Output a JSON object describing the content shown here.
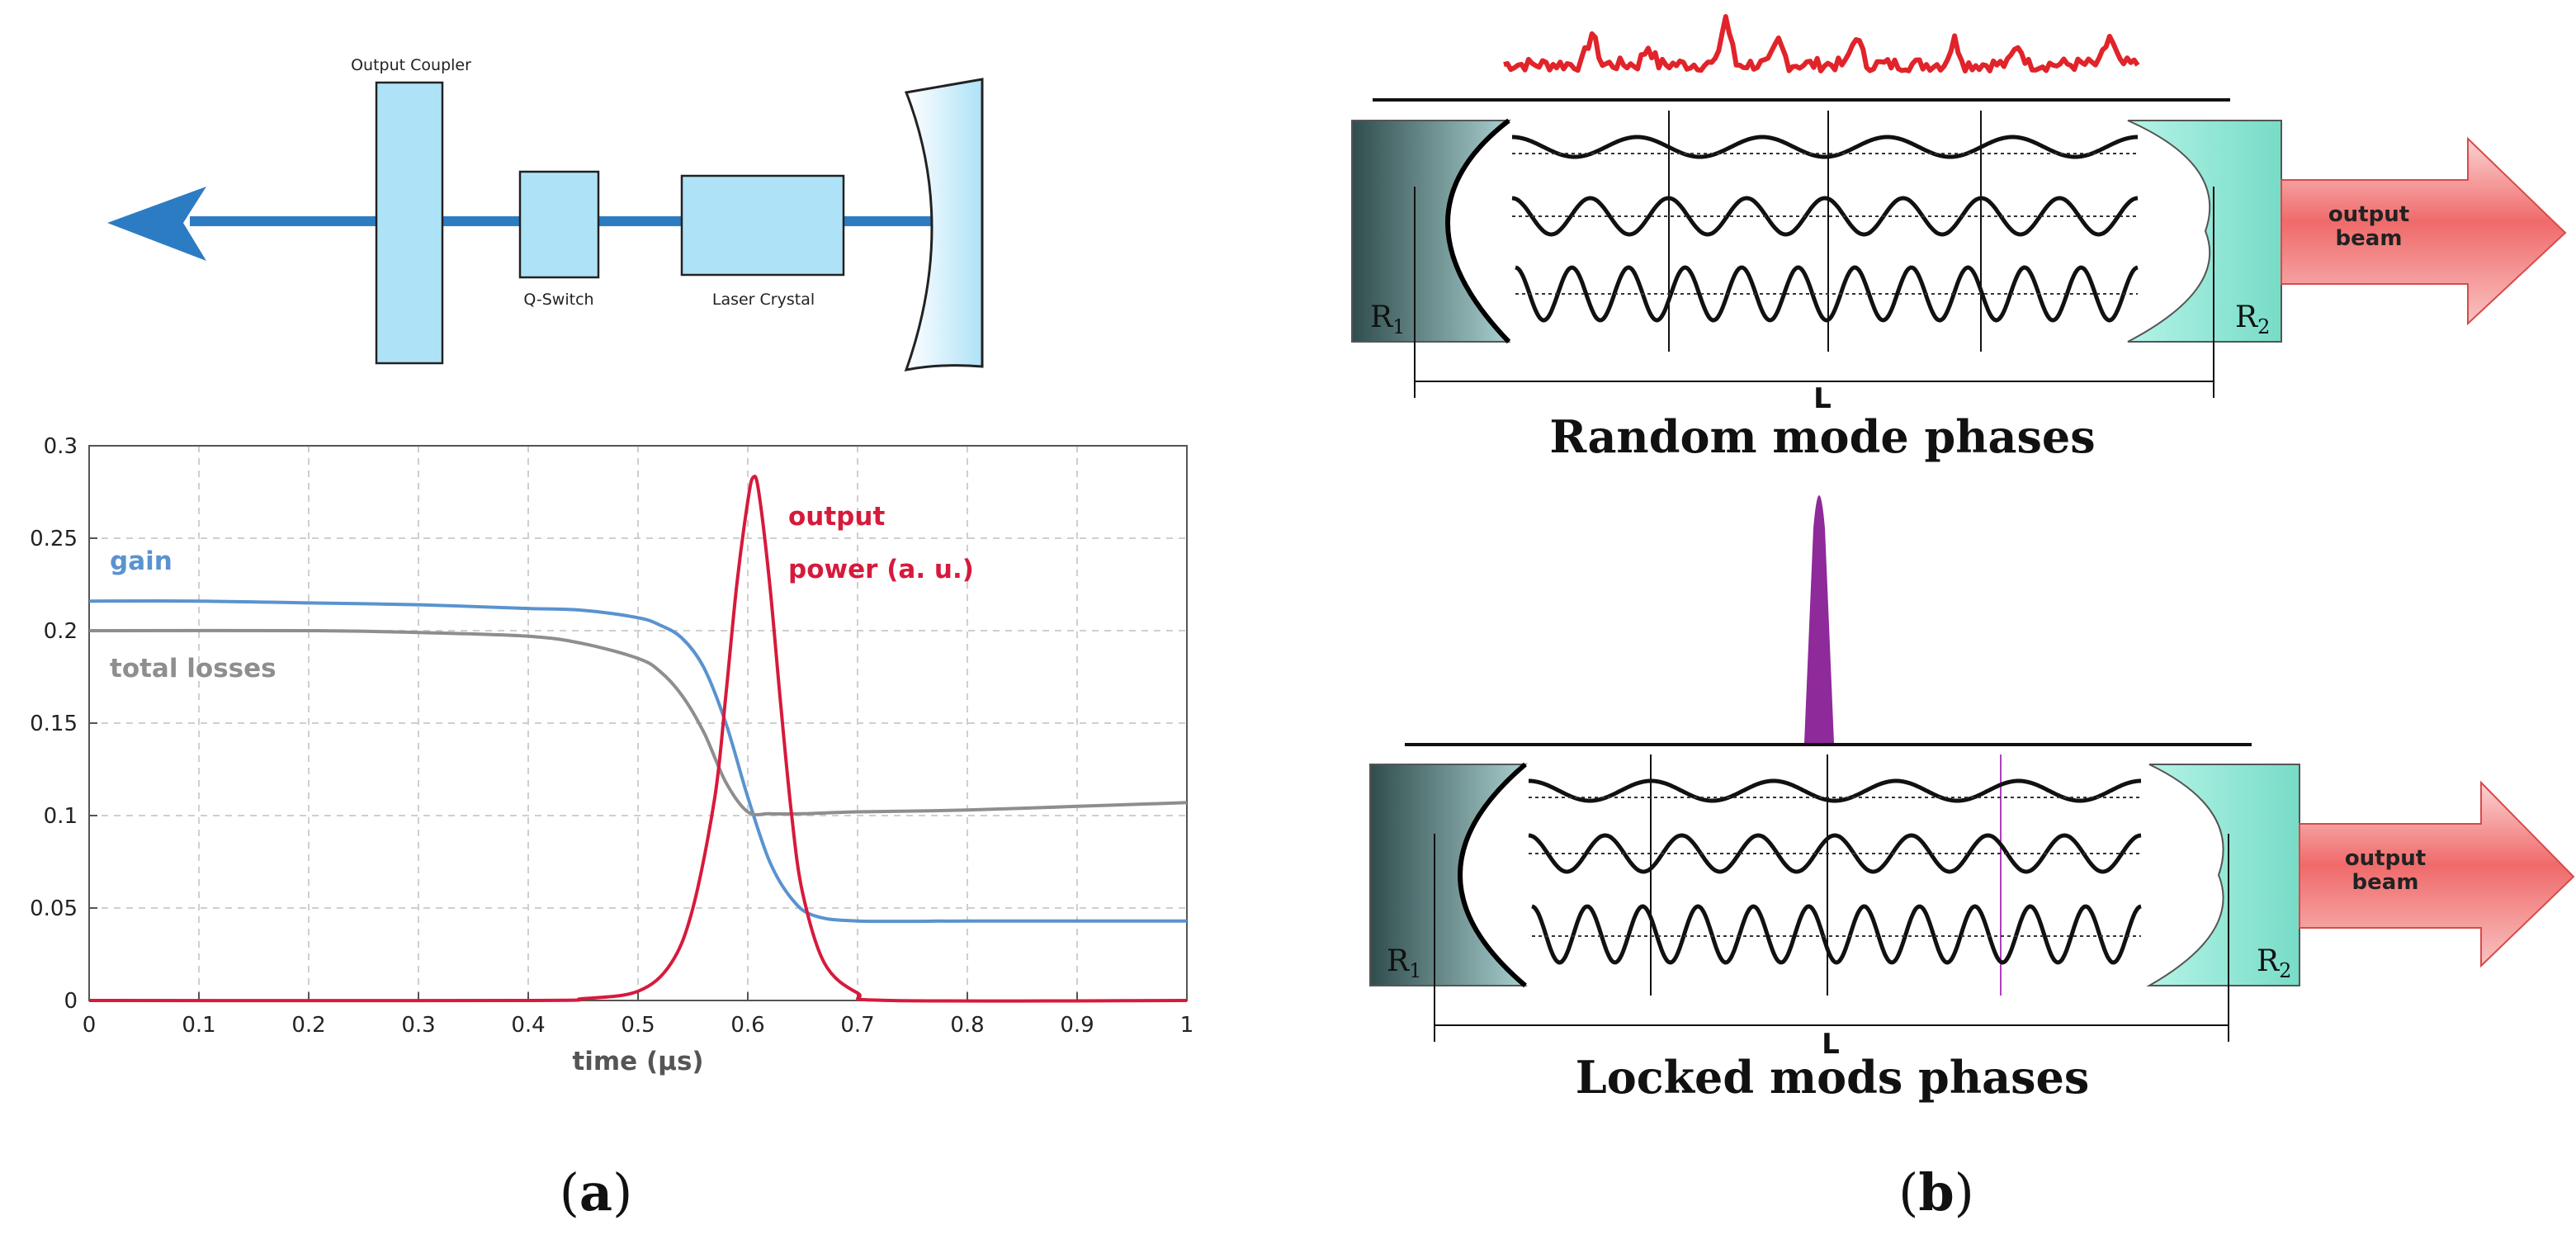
{
  "colors": {
    "component": "#aee2f7",
    "beam": "#2c7cc4",
    "gain": "#5a93cf",
    "losses": "#8e8e8e",
    "power": "#d61a3c",
    "grid": "#cfcfcf",
    "pulse": "#8e2a9a",
    "noise": "#e0242a",
    "arrow": "#e85a5a",
    "mirror_left": "#3f5f5e",
    "mirror_right": "#8fe8d6"
  },
  "laser_schematic": {
    "output_coupler": "Output Coupler",
    "q_switch": "Q-Switch",
    "laser_crystal": "Laser Crystal"
  },
  "chart_data": {
    "type": "line",
    "xlabel": "time (μs)",
    "ylabel": "",
    "xlim": [
      0,
      1
    ],
    "ylim": [
      0,
      0.3
    ],
    "grid": true,
    "x_ticks": [
      "0",
      "0.1",
      "0.2",
      "0.3",
      "0.4",
      "0.5",
      "0.6",
      "0.7",
      "0.8",
      "0.9",
      "1"
    ],
    "y_ticks": [
      "0",
      "0.05",
      "0.1",
      "0.15",
      "0.2",
      "0.25",
      "0.3"
    ],
    "series": [
      {
        "name": "gain",
        "color": "#5a93cf",
        "x": [
          0,
          0.1,
          0.2,
          0.3,
          0.4,
          0.45,
          0.5,
          0.52,
          0.54,
          0.56,
          0.58,
          0.6,
          0.62,
          0.64,
          0.66,
          0.7,
          0.8,
          0.9,
          1
        ],
        "y": [
          0.216,
          0.216,
          0.215,
          0.214,
          0.212,
          0.211,
          0.207,
          0.203,
          0.196,
          0.18,
          0.15,
          0.11,
          0.075,
          0.055,
          0.046,
          0.043,
          0.043,
          0.043,
          0.043
        ]
      },
      {
        "name": "total losses",
        "color": "#8e8e8e",
        "x": [
          0,
          0.2,
          0.3,
          0.4,
          0.45,
          0.5,
          0.52,
          0.54,
          0.56,
          0.58,
          0.6,
          0.62,
          0.65,
          0.7,
          0.8,
          0.9,
          1
        ],
        "y": [
          0.2,
          0.2,
          0.199,
          0.197,
          0.193,
          0.185,
          0.178,
          0.165,
          0.145,
          0.118,
          0.102,
          0.101,
          0.101,
          0.102,
          0.103,
          0.105,
          0.107
        ]
      },
      {
        "name": "output power (a. u.)",
        "color": "#d61a3c",
        "x": [
          0,
          0.4,
          0.45,
          0.5,
          0.53,
          0.55,
          0.57,
          0.58,
          0.59,
          0.6,
          0.605,
          0.61,
          0.62,
          0.63,
          0.64,
          0.65,
          0.67,
          0.7,
          0.73,
          1
        ],
        "y": [
          0,
          0,
          0.001,
          0.005,
          0.02,
          0.05,
          0.11,
          0.165,
          0.225,
          0.27,
          0.283,
          0.275,
          0.225,
          0.16,
          0.1,
          0.058,
          0.02,
          0.004,
          0,
          0
        ]
      }
    ]
  },
  "series_labels": {
    "gain": "gain",
    "losses": "total losses",
    "power_1": "output",
    "power_2": "power (a. u.)"
  },
  "mode_panels": {
    "top_title": "Random mode phases",
    "bottom_title": "Locked mods phases",
    "r1": "R",
    "r1_sub": "1",
    "r2": "R",
    "r2_sub": "2",
    "length": "L",
    "beam_1": "output",
    "beam_2": "beam"
  },
  "captions": {
    "a": "a",
    "b": "b"
  }
}
